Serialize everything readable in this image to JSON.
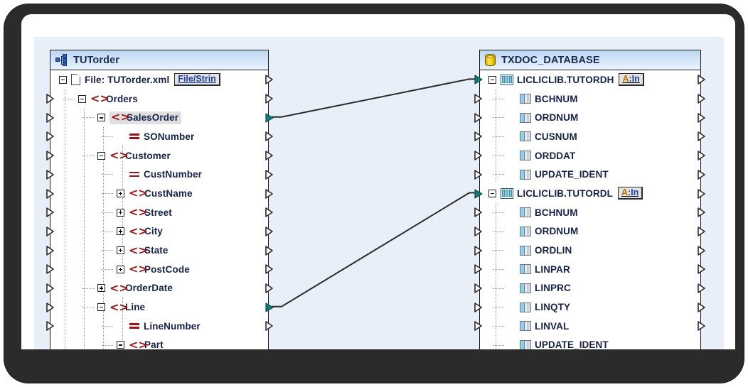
{
  "app": {
    "name": "mapping-editor"
  },
  "canvas": {
    "background_color": "#e9eff9"
  },
  "source_panel": {
    "title": "TUTorder",
    "icon": "xml-schema-icon",
    "root": {
      "label": "File: TUTorder.xml",
      "icon": "file-icon",
      "badge": "File/Strin",
      "badge_name": "file-string-badge"
    },
    "items": [
      {
        "label": "Orders",
        "icon": "element-icon",
        "indent": 1,
        "toggle": "minus",
        "selected": false
      },
      {
        "label": "SalesOrder",
        "icon": "element-icon",
        "indent": 2,
        "toggle": "minus",
        "selected": true
      },
      {
        "label": "SONumber",
        "icon": "attribute-icon",
        "indent": 3,
        "toggle": "none",
        "selected": false
      },
      {
        "label": "Customer",
        "icon": "element-icon",
        "indent": 2,
        "toggle": "minus",
        "selected": false
      },
      {
        "label": "CustNumber",
        "icon": "attribute-icon",
        "indent": 3,
        "toggle": "none",
        "selected": false
      },
      {
        "label": "CustName",
        "icon": "element-icon",
        "indent": 3,
        "toggle": "plus",
        "selected": false
      },
      {
        "label": "Street",
        "icon": "element-icon",
        "indent": 3,
        "toggle": "plus",
        "selected": false
      },
      {
        "label": "City",
        "icon": "element-icon",
        "indent": 3,
        "toggle": "plus",
        "selected": false
      },
      {
        "label": "State",
        "icon": "element-icon",
        "indent": 3,
        "toggle": "plus",
        "selected": false
      },
      {
        "label": "PostCode",
        "icon": "element-icon",
        "indent": 3,
        "toggle": "plus",
        "selected": false
      },
      {
        "label": "OrderDate",
        "icon": "element-icon",
        "indent": 2,
        "toggle": "plus",
        "selected": false
      },
      {
        "label": "Line",
        "icon": "element-icon",
        "indent": 2,
        "toggle": "minus",
        "selected": false
      },
      {
        "label": "LineNumber",
        "icon": "attribute-icon",
        "indent": 3,
        "toggle": "none",
        "selected": false
      },
      {
        "label": "Part",
        "icon": "element-icon",
        "indent": 3,
        "toggle": "minus",
        "selected": false
      }
    ]
  },
  "target_panel": {
    "title": "TXDOC_DATABASE",
    "icon": "database-icon",
    "items": [
      {
        "label": "LICLICLIB.TUTORDH",
        "icon": "table-icon",
        "indent": 0,
        "toggle": "minus",
        "badge": "A:In"
      },
      {
        "label": "BCHNUM",
        "icon": "column-icon",
        "indent": 1,
        "toggle": "none",
        "badge": ""
      },
      {
        "label": "ORDNUM",
        "icon": "column-icon",
        "indent": 1,
        "toggle": "none",
        "badge": ""
      },
      {
        "label": "CUSNUM",
        "icon": "column-icon",
        "indent": 1,
        "toggle": "none",
        "badge": ""
      },
      {
        "label": "ORDDAT",
        "icon": "column-icon",
        "indent": 1,
        "toggle": "none",
        "badge": ""
      },
      {
        "label": "UPDATE_IDENT",
        "icon": "column-icon",
        "indent": 1,
        "toggle": "none",
        "badge": ""
      },
      {
        "label": "LICLICLIB.TUTORDL",
        "icon": "table-icon",
        "indent": 0,
        "toggle": "minus",
        "badge": "A:In"
      },
      {
        "label": "BCHNUM",
        "icon": "column-icon",
        "indent": 1,
        "toggle": "none",
        "badge": ""
      },
      {
        "label": "ORDNUM",
        "icon": "column-icon",
        "indent": 1,
        "toggle": "none",
        "badge": ""
      },
      {
        "label": "ORDLIN",
        "icon": "column-icon",
        "indent": 1,
        "toggle": "none",
        "badge": ""
      },
      {
        "label": "LINPAR",
        "icon": "column-icon",
        "indent": 1,
        "toggle": "none",
        "badge": ""
      },
      {
        "label": "LINPRC",
        "icon": "column-icon",
        "indent": 1,
        "toggle": "none",
        "badge": ""
      },
      {
        "label": "LINQTY",
        "icon": "column-icon",
        "indent": 1,
        "toggle": "none",
        "badge": ""
      },
      {
        "label": "LINVAL",
        "icon": "column-icon",
        "indent": 1,
        "toggle": "none",
        "badge": ""
      },
      {
        "label": "UPDATE_IDENT",
        "icon": "column-icon",
        "indent": 1,
        "toggle": "none",
        "badge": ""
      }
    ]
  },
  "connections": [
    {
      "from": "SalesOrder",
      "to": "LICLICLIB.TUTORDH"
    },
    {
      "from": "Line",
      "to": "LICLICLIB.TUTORDL"
    }
  ],
  "colors": {
    "canvas": "#e9eff9",
    "panel_header_top": "#bcd6f2",
    "panel_header_bottom": "#eaf3fd",
    "label_text": "#17224a",
    "element_icon": "#9b1212",
    "connector_filled": "#137a74",
    "selection": "#e0e0e0"
  }
}
